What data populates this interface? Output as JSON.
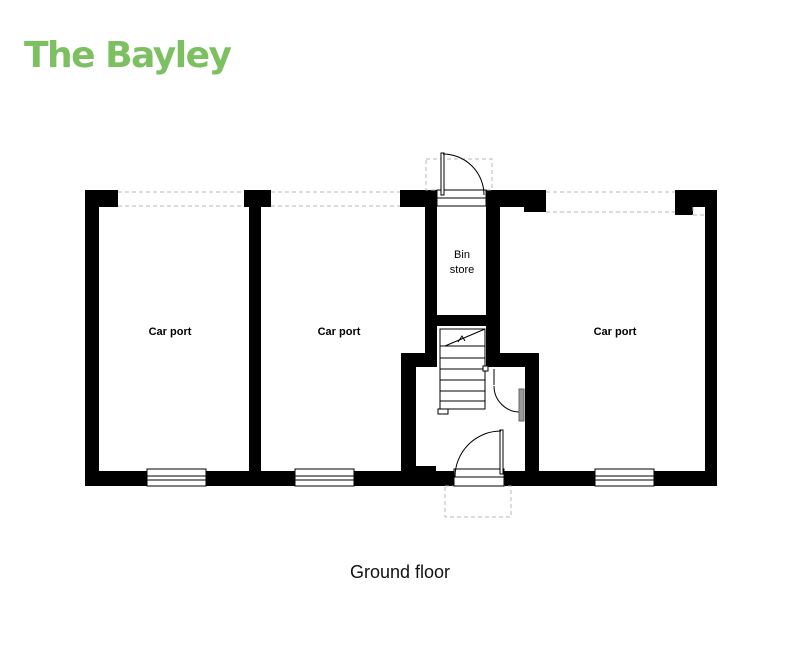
{
  "title": "The Bayley",
  "rooms": {
    "car_port_left": "Car port",
    "car_port_middle": "Car port",
    "car_port_right": "Car port",
    "bin_store_line1": "Bin",
    "bin_store_line2": "store"
  },
  "floor_label": "Ground floor",
  "brand_color": "#7dc062"
}
